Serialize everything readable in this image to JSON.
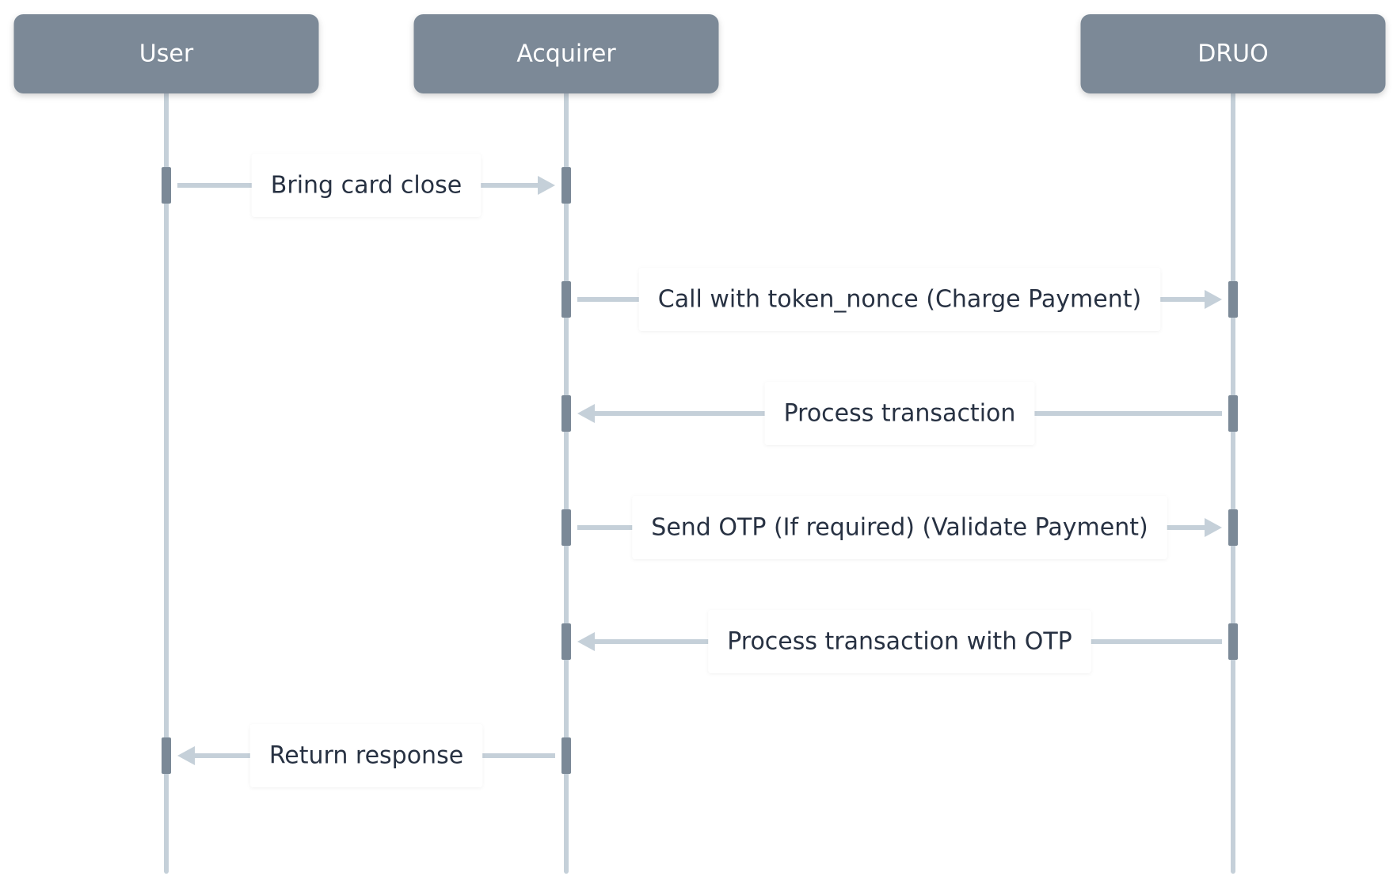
{
  "colors": {
    "actor_box": "#7b8997",
    "lifeline": "#c5d0d9",
    "activation": "#7b8997",
    "arrow": "#c5d0d9",
    "label_text": "#273142",
    "actor_text": "#ffffff"
  },
  "actors": [
    {
      "id": "user",
      "label": "User"
    },
    {
      "id": "acquirer",
      "label": "Acquirer"
    },
    {
      "id": "druo",
      "label": "DRUO"
    }
  ],
  "messages": [
    {
      "from": "user",
      "to": "acquirer",
      "label": "Bring card close"
    },
    {
      "from": "acquirer",
      "to": "druo",
      "label": "Call with token_nonce (Charge Payment)"
    },
    {
      "from": "druo",
      "to": "acquirer",
      "label": "Process transaction"
    },
    {
      "from": "acquirer",
      "to": "druo",
      "label": "Send OTP (If required) (Validate Payment)"
    },
    {
      "from": "druo",
      "to": "acquirer",
      "label": "Process transaction with OTP"
    },
    {
      "from": "acquirer",
      "to": "user",
      "label": "Return response"
    }
  ]
}
